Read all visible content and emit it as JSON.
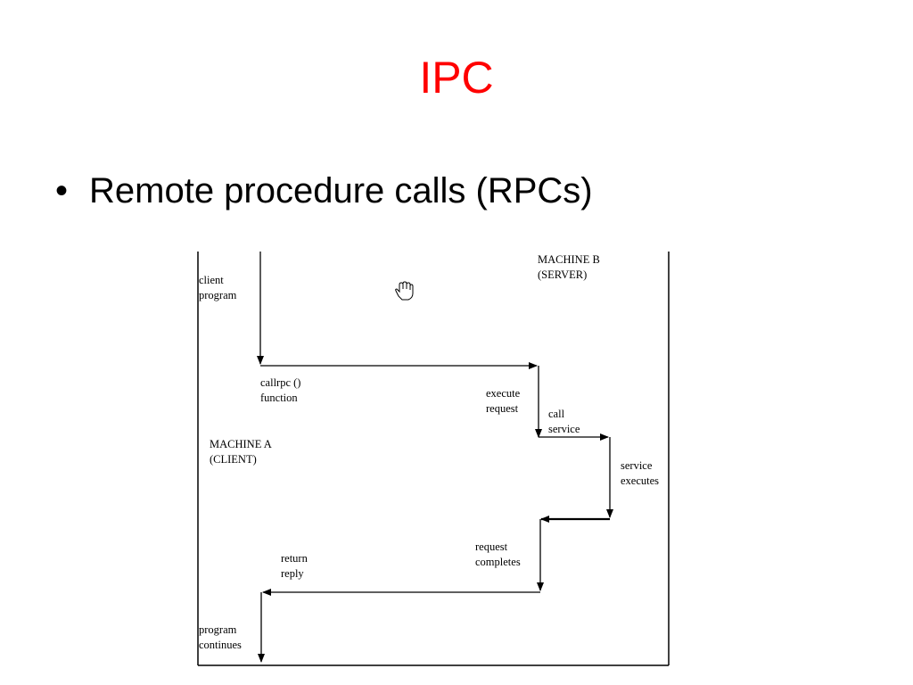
{
  "slide": {
    "title": "IPC",
    "bullet": "Remote procedure calls (RPCs)"
  },
  "diagram": {
    "labels": {
      "client_program": [
        "client",
        "program"
      ],
      "machine_b": [
        "MACHINE B",
        "(SERVER)"
      ],
      "callrpc": [
        "callrpc ()",
        "function"
      ],
      "execute_request": [
        "execute",
        "request"
      ],
      "call_service": [
        "call",
        "service"
      ],
      "machine_a": [
        "MACHINE A",
        "(CLIENT)"
      ],
      "service_executes": [
        "service",
        "executes"
      ],
      "request_completes": [
        "request",
        "completes"
      ],
      "return_reply": [
        "return",
        "reply"
      ],
      "program_continues": [
        "program",
        "continues"
      ]
    },
    "icons": {
      "cursor": "hand-cursor-icon"
    }
  }
}
